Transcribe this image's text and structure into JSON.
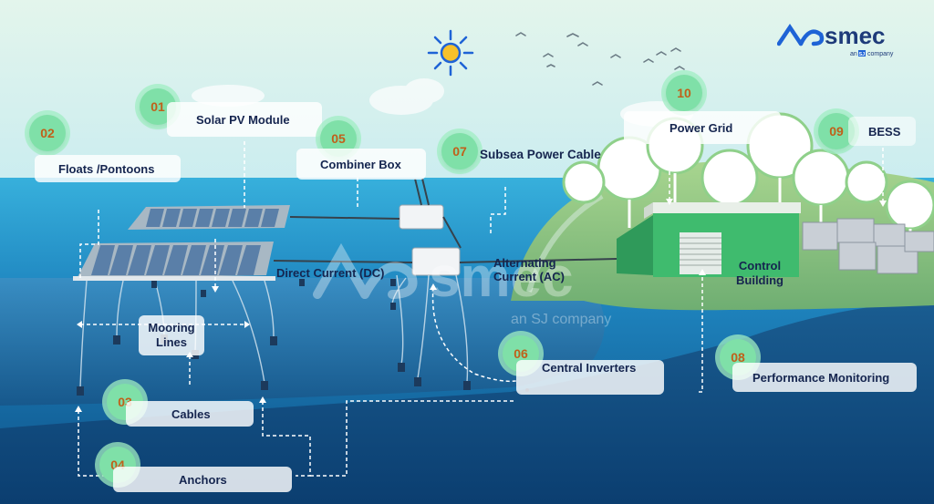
{
  "brand": {
    "name": "smec",
    "tagline_pre": "an",
    "tagline_mark": "SJ",
    "tagline_post": "company"
  },
  "watermark": {
    "name": "smec",
    "tagline": "an SJ company"
  },
  "components": [
    {
      "num": "01",
      "label": "Solar PV Module"
    },
    {
      "num": "02",
      "label": "Floats /Pontoons"
    },
    {
      "num": "03",
      "label": "Cables"
    },
    {
      "num": "04",
      "label": "Anchors"
    },
    {
      "num": "05",
      "label": "Combiner Box"
    },
    {
      "num": "06",
      "label": "Central Inverters"
    },
    {
      "num": "07",
      "label": "Subsea Power Cable"
    },
    {
      "num": "08",
      "label": "Performance Monitoring"
    },
    {
      "num": "09",
      "label": "BESS"
    },
    {
      "num": "10",
      "label": "Power Grid"
    }
  ],
  "annotations": {
    "mooring": "Mooring Lines",
    "dc": "Direct Current (DC)",
    "ac": "Alternating Current (AC)",
    "control": "Control Building"
  },
  "colors": {
    "sky": "#dff4ef",
    "sea": "#2a8fc4",
    "deep_sea": "#0f5a8c",
    "island": "#8ac48a",
    "badge": "#7fe0a8",
    "badge_text": "#c0601a",
    "label_text": "#15254f",
    "brand": "#1e63d6"
  }
}
